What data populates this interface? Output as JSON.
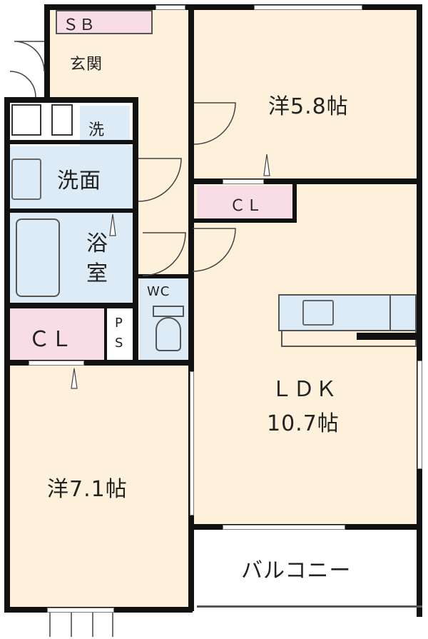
{
  "colors": {
    "room_fill": "#fdf1dc",
    "wet_fill": "#dcebf5",
    "closet_fill": "#f9dde6",
    "wall": "#111111",
    "balcony_fill": "#ffffff"
  },
  "rooms": {
    "sb": "ＳＢ",
    "genkan": "玄関",
    "western_north": "洋5.8帖",
    "sentaku": "洗",
    "senmen": "洗面",
    "cl_north": "ＣＬ",
    "yokushitsu": [
      "浴",
      "室"
    ],
    "wc": "WC",
    "cl_west": "ＣＬ",
    "ps": [
      "P",
      "S"
    ],
    "ldk_name": "ＬＤＫ",
    "ldk_size": "10.7帖",
    "western_south": "洋7.1帖",
    "balcony": "バルコニー"
  }
}
